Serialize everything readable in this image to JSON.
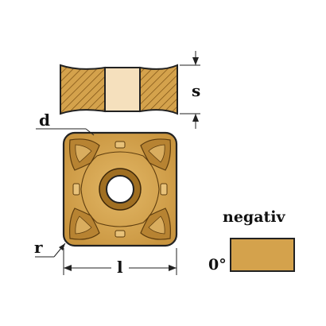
{
  "labels": {
    "d": "d",
    "s": "s",
    "r": "r",
    "l": "l",
    "negativ": "negativ",
    "angle": "0°"
  },
  "colors": {
    "insert_fill": "#d4a24c",
    "insert_dark": "#9a6a1e",
    "hole_fill": "#f5e0bd",
    "outline": "#222222",
    "hatch": "#7a4f12",
    "background": "#ffffff"
  }
}
